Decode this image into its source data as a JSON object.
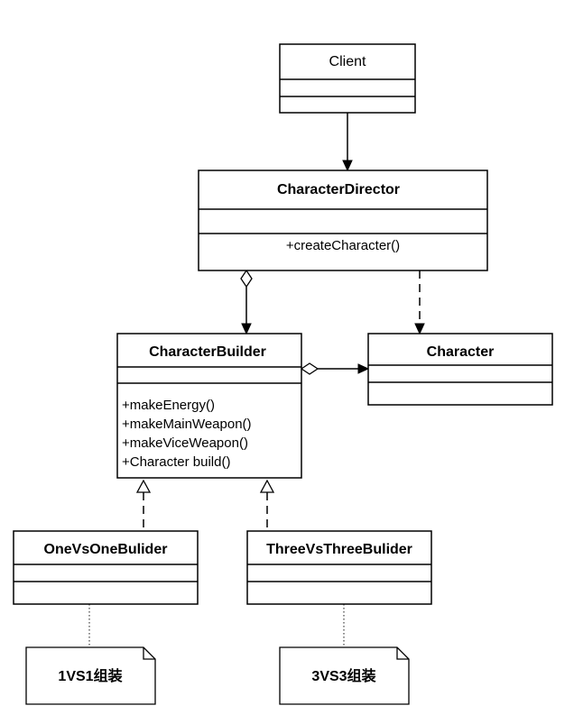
{
  "diagram": {
    "classes": {
      "client": {
        "name": "Client",
        "attributes": [],
        "operations": []
      },
      "character_director": {
        "name": "CharacterDirector",
        "attributes": [],
        "operations": [
          "+createCharacter()"
        ]
      },
      "character_builder": {
        "name": "CharacterBuilder",
        "attributes": [],
        "operations": [
          "+makeEnergy()",
          "+makeMainWeapon()",
          "+makeViceWeapon()",
          "+Character build()"
        ]
      },
      "character": {
        "name": "Character",
        "attributes": [],
        "operations": []
      },
      "one_vs_one_builder": {
        "name": "OneVsOneBulider",
        "attributes": [],
        "operations": []
      },
      "three_vs_three_builder": {
        "name": "ThreeVsThreeBulider",
        "attributes": [],
        "operations": []
      }
    },
    "notes": {
      "one_vs_one": "1VS1组装",
      "three_vs_three": "3VS3组装"
    },
    "relationships": [
      {
        "from": "Client",
        "to": "CharacterDirector",
        "type": "association"
      },
      {
        "from": "CharacterDirector",
        "to": "CharacterBuilder",
        "type": "aggregation"
      },
      {
        "from": "CharacterDirector",
        "to": "Character",
        "type": "dependency"
      },
      {
        "from": "CharacterBuilder",
        "to": "Character",
        "type": "aggregation"
      },
      {
        "from": "OneVsOneBulider",
        "to": "CharacterBuilder",
        "type": "realization"
      },
      {
        "from": "ThreeVsThreeBulider",
        "to": "CharacterBuilder",
        "type": "realization"
      },
      {
        "from": "1VS1组装",
        "to": "OneVsOneBulider",
        "type": "note-link"
      },
      {
        "from": "3VS3组装",
        "to": "ThreeVsThreeBulider",
        "type": "note-link"
      }
    ]
  }
}
